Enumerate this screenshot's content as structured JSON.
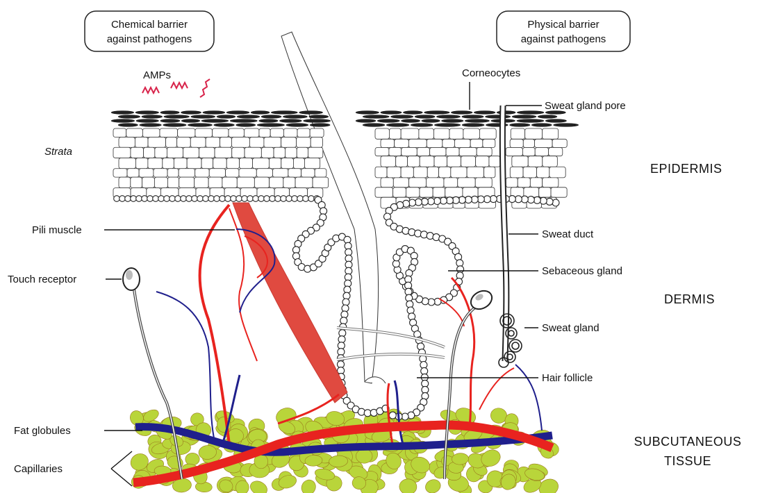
{
  "callouts": {
    "chemical": [
      "Chemical barrier",
      "against pathogens"
    ],
    "physical": [
      "Physical barrier",
      "against pathogens"
    ]
  },
  "labels": {
    "amps": "AMPs",
    "strata": "Strata",
    "corneocytes": "Corneocytes",
    "sweat_gland_pore": "Sweat gland pore",
    "pili_muscle": "Pili muscle",
    "touch_receptor": "Touch receptor",
    "sweat_duct": "Sweat duct",
    "sebaceous_gland": "Sebaceous gland",
    "sweat_gland": "Sweat gland",
    "hair_follicle": "Hair follicle",
    "fat_globules": "Fat globules",
    "capillaries": "Capillaries"
  },
  "layers": {
    "epidermis": "EPIDERMIS",
    "dermis": "DERMIS",
    "subcutaneous": [
      "SUBCUTANEOUS",
      "TISSUE"
    ]
  },
  "colors": {
    "artery": "#e8231f",
    "vein": "#1f1f8c",
    "muscle": "#e04a40",
    "fat": "#b9d53a",
    "amp": "#d8234a"
  }
}
